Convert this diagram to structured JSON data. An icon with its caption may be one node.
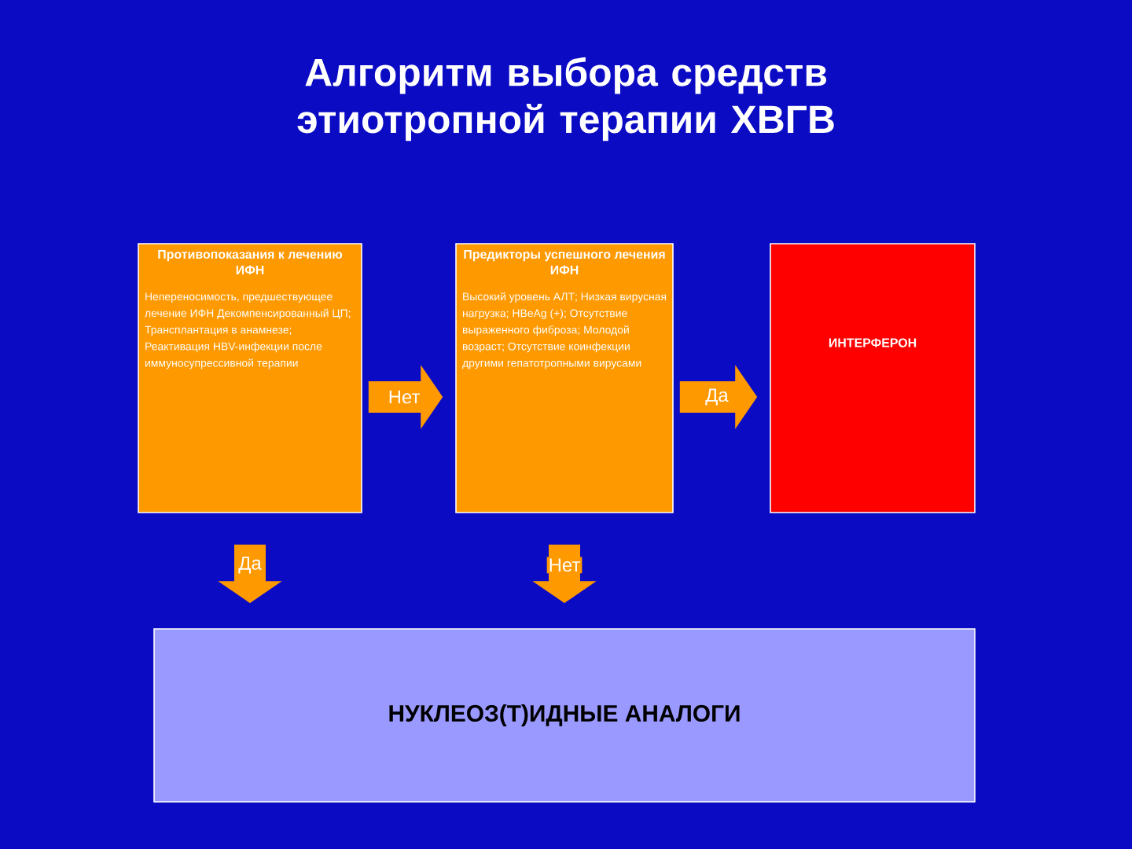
{
  "diagram": {
    "title": "Алгоритм выбора средств этиотропной терапии ХВГВ",
    "nodes": [
      {
        "text": [
          "Противопоказания к лечению ИФН",
          "Непереносимость, предшествующее лечение ИФН Декомпенсированный ЦП; Трансплантация в анамнезе; Реактивация HBV-инфекции после иммуносупрессивной терапии"
        ]
      },
      {
        "text": [
          "Предикторы успешного лечения ИФН",
          "Высокий уровень АЛТ; Низкая вирусная нагрузка; HBeAg (+); Отсутствие выраженного фиброза; Молодой возраст; Отсутствие коинфекции другими гепатотропными вирусами"
        ]
      },
      {
        "text": [
          "ИНТЕРФЕРОН"
        ]
      },
      {
        "text": [
          "НУКЛЕОЗ(Т)ИДНЫЕ АНАЛОГИ"
        ]
      }
    ],
    "edges": [
      {
        "from": 0,
        "to": 1,
        "arrow": "to",
        "label": "Нет"
      },
      {
        "from": 1,
        "to": 2,
        "arrow": "to",
        "label": "Да"
      },
      {
        "from": 0,
        "to": 3,
        "arrow": "to",
        "label": "Да"
      },
      {
        "from": 1,
        "to": 3,
        "arrow": "to",
        "label": "Нет"
      }
    ]
  }
}
